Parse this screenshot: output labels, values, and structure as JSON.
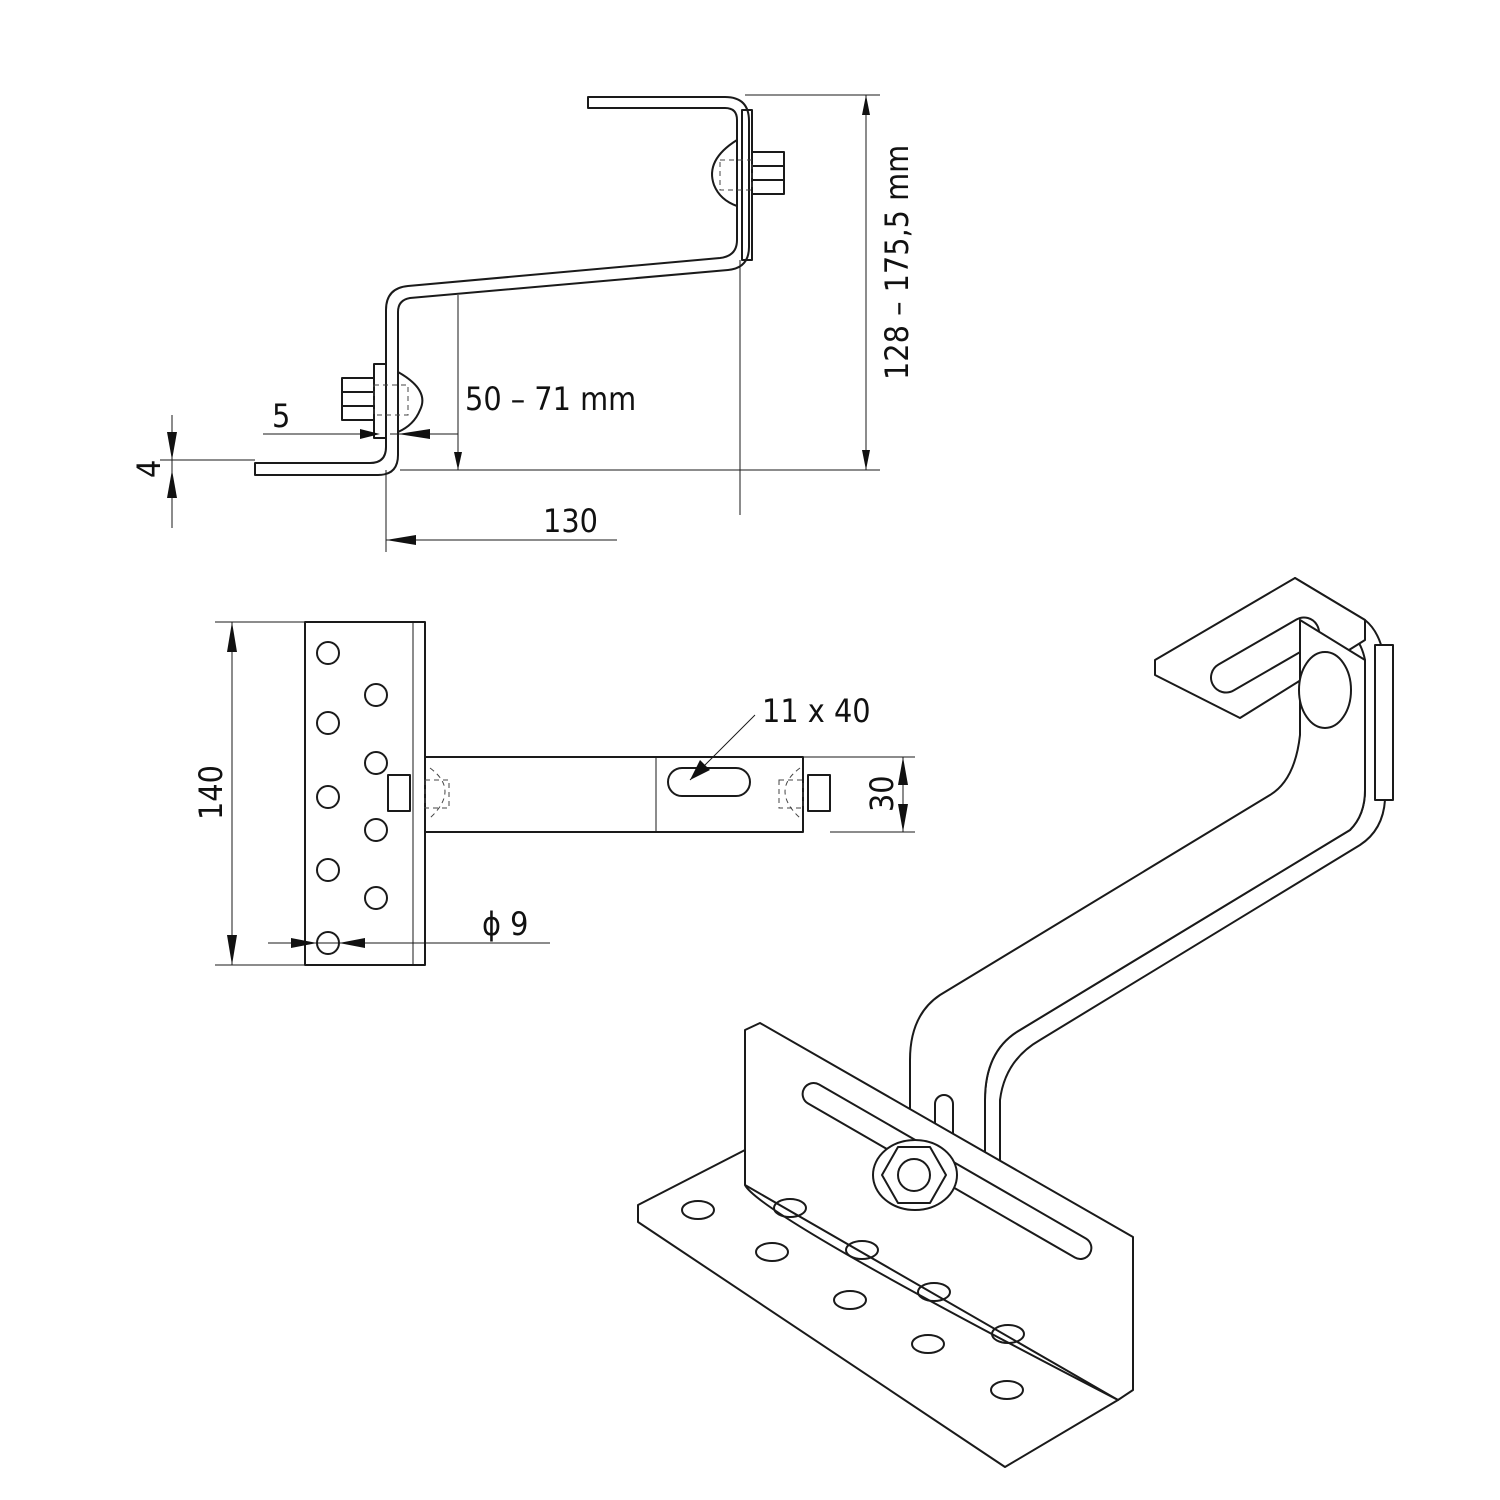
{
  "side_view": {
    "height_range": "128 – 175,5 mm",
    "lower_height_range": "50 – 71 mm",
    "thickness_gap": "5",
    "material_thickness": "4",
    "horizontal_offset": "130"
  },
  "front_view": {
    "plate_height": "140",
    "slot_size": "11 x 40",
    "arm_width": "30",
    "hole_diameter": "ϕ 9"
  },
  "isometric_view": {}
}
